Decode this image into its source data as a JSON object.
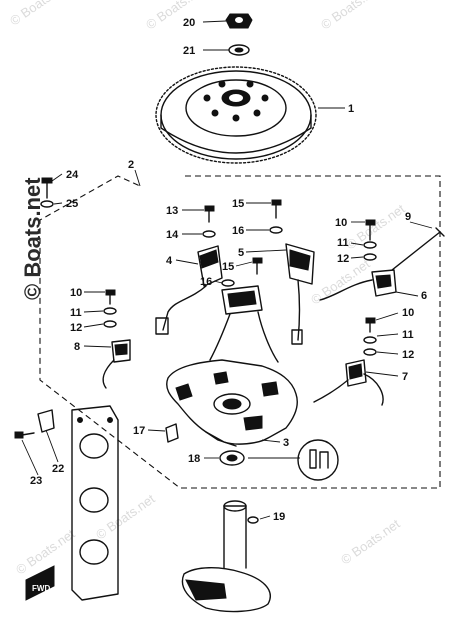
{
  "callouts": {
    "c1": "1",
    "c2": "2",
    "c3": "3",
    "c4": "4",
    "c5": "5",
    "c6": "6",
    "c7": "7",
    "c8": "8",
    "c9": "9",
    "c10a": "10",
    "c10b": "10",
    "c10c": "10",
    "c11a": "11",
    "c11b": "11",
    "c11c": "11",
    "c12a": "12",
    "c12b": "12",
    "c12c": "12",
    "c13": "13",
    "c14": "14",
    "c15a": "15",
    "c15b": "15",
    "c16a": "16",
    "c16b": "16",
    "c17": "17",
    "c18": "18",
    "c19": "19",
    "c20": "20",
    "c21": "21",
    "c22": "22",
    "c23": "23",
    "c24": "24",
    "c25": "25"
  },
  "watermark": {
    "main": "© Boats.net",
    "tile": "© Boats.net"
  },
  "badge": {
    "label": "FWD"
  }
}
